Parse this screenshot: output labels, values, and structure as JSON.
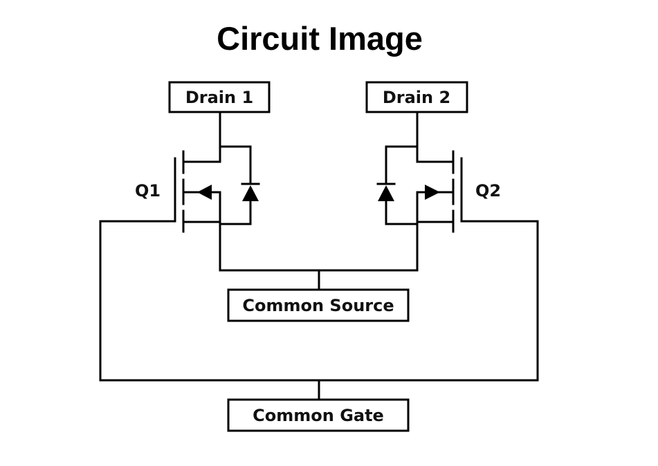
{
  "title": "Circuit Image",
  "labels": {
    "drain1": "Drain 1",
    "drain2": "Drain 2",
    "q1": "Q1",
    "q2": "Q2",
    "common_source": "Common Source",
    "common_gate": "Common Gate"
  },
  "colors": {
    "line": "#000000",
    "background": "#ffffff"
  }
}
